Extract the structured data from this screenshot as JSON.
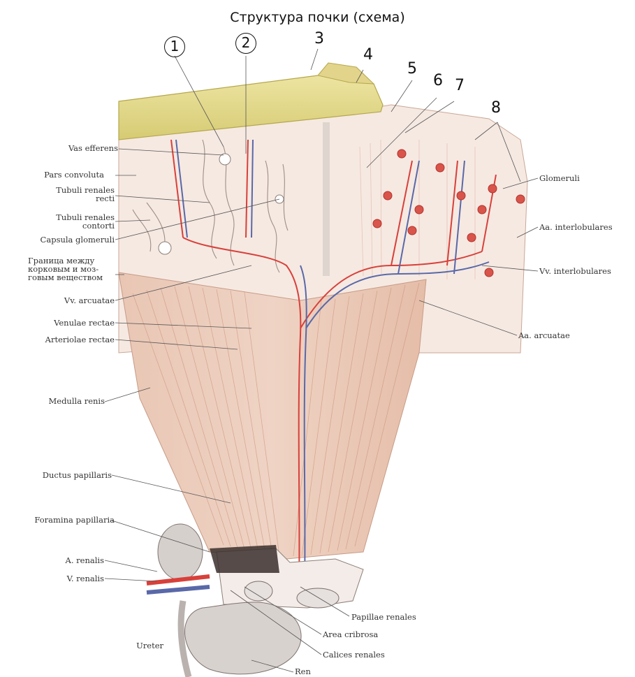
{
  "title": "Структура почки (схема)",
  "numbers": [
    "1",
    "2",
    "3",
    "4",
    "5",
    "6",
    "7",
    "8"
  ],
  "left_labels": {
    "vas_efferens": "Vas efferens",
    "pars_convoluta": "Pars convoluta",
    "tubuli_recti_1": "Tubuli renales",
    "tubuli_recti_2": "recti",
    "tubuli_contorti_1": "Tubuli renales",
    "tubuli_contorti_2": "contorti",
    "capsula": "Capsula glomeruli",
    "border_1": "Граница между",
    "border_2": "корковым и моз-",
    "border_3": "говым веществом",
    "vv_arcuatae": "Vv. arcuatae",
    "venulae_rectae": "Venulae rectae",
    "arteriolae_rectae": "Arteriolae rectae",
    "medulla": "Medulla renis",
    "ductus": "Ductus papillaris",
    "foramina": "Foramina papillaria",
    "a_renalis": "A. renalis",
    "v_renalis": "V. renalis",
    "ureter": "Ureter"
  },
  "right_labels": {
    "glomeruli": "Glomeruli",
    "aa_interlobulares": "Aa. interlobulares",
    "vv_interlobulares": "Vv. interlobulares",
    "aa_arcuatae": "Aa. arcuatae",
    "papillae": "Papillae renales",
    "area_cribrosa": "Area cribrosa",
    "calices": "Calices renales",
    "ren": "Ren"
  },
  "colors": {
    "capsule": "#e6dd8e",
    "capsule_edge": "#b9ae55",
    "cortex": "#f4e6df",
    "medulla": "#e8c2ae",
    "artery": "#d8403a",
    "vein": "#5968a8",
    "glomerulus": "#d9544a"
  }
}
